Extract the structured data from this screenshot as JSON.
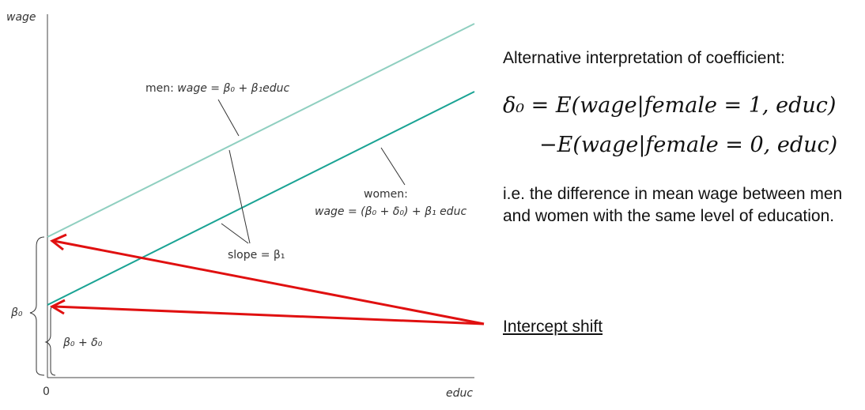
{
  "axes": {
    "y_label": "wage",
    "x_label": "educ",
    "origin_label": "0"
  },
  "lines": {
    "men": {
      "label_prefix": "men: ",
      "label_eq": "wage = β₀ + β₁educ",
      "color": "#8fcfc0"
    },
    "women": {
      "label_line1": "women:",
      "label_eq": "wage = (β₀ + δ₀) + β₁ educ",
      "color": "#1aa394"
    }
  },
  "annotations": {
    "slope": "slope = β₁",
    "beta0": "β₀",
    "beta0_delta0": "β₀ + δ₀"
  },
  "arrow_color": "#e01010",
  "panel": {
    "heading": "Alternative interpretation of coefficient:",
    "eq_line1": "δ₀ = E(wage|female = 1, educ)",
    "eq_line2": "−E(wage|female = 0, educ)",
    "interpretation": "i.e. the difference in mean wage between men and women with the same level of education.",
    "intercept_shift": "Intercept shift"
  }
}
